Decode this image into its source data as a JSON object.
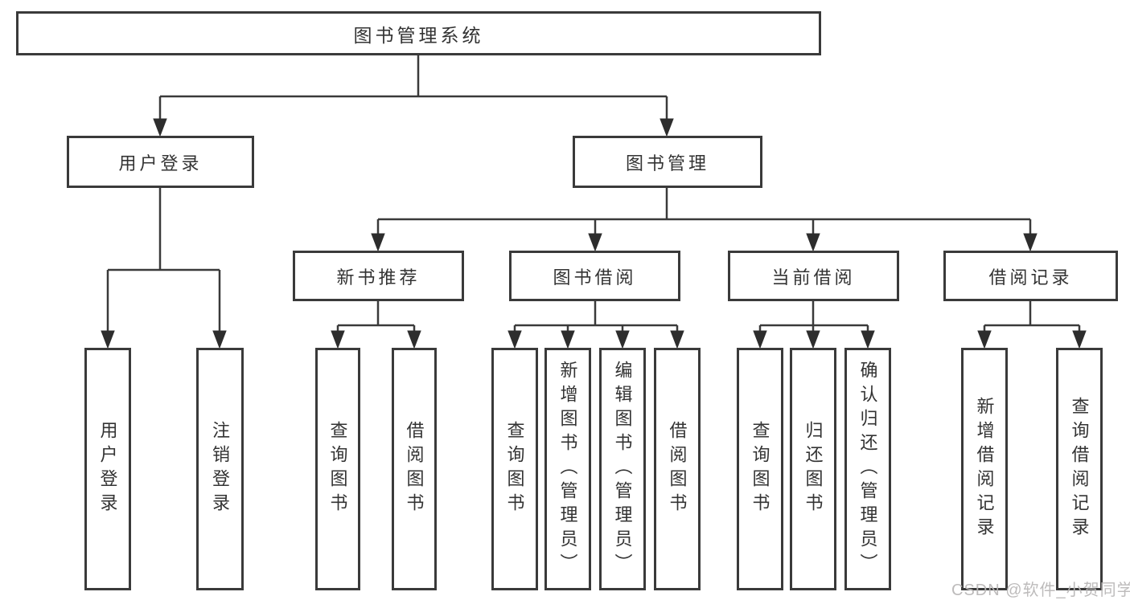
{
  "diagram": {
    "root": {
      "label": "图书管理系统"
    },
    "branches": [
      {
        "label": "用户登录",
        "children": [
          {
            "label": "用户登录"
          },
          {
            "label": "注销登录"
          }
        ]
      },
      {
        "label": "图书管理",
        "children": [
          {
            "label": "新书推荐",
            "children": [
              {
                "label": "查询图书"
              },
              {
                "label": "借阅图书"
              }
            ]
          },
          {
            "label": "图书借阅",
            "children": [
              {
                "label": "查询图书"
              },
              {
                "label": "新增图书（管理员）"
              },
              {
                "label": "编辑图书（管理员）"
              },
              {
                "label": "借阅图书"
              }
            ]
          },
          {
            "label": "当前借阅",
            "children": [
              {
                "label": "查询图书"
              },
              {
                "label": "归还图书"
              },
              {
                "label": "确认归还（管理员）"
              }
            ]
          },
          {
            "label": "借阅记录",
            "children": [
              {
                "label": "新增借阅记录"
              },
              {
                "label": "查询借阅记录"
              }
            ]
          }
        ]
      }
    ]
  },
  "watermark": {
    "text": "CSDN @软件_小贺同学"
  },
  "colors": {
    "line": "#3a3a3a",
    "text": "#333333",
    "watermark": "#b9b7b7",
    "background": "#ffffff"
  }
}
